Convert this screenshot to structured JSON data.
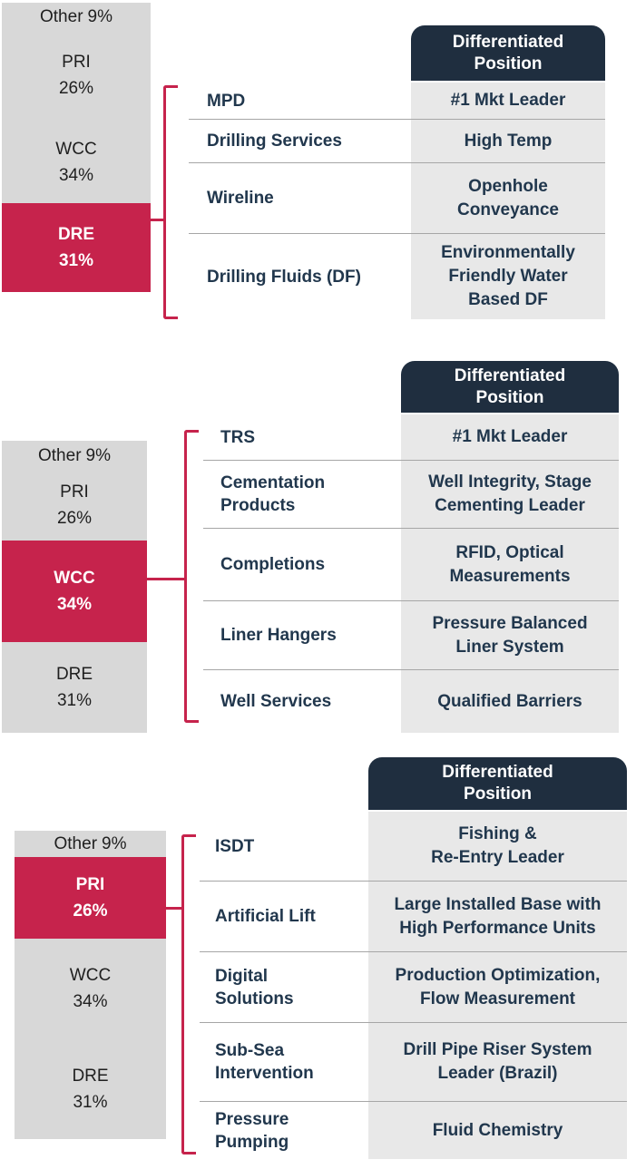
{
  "colors": {
    "accent_red": "#C6234C",
    "header_navy": "#1F2E3F",
    "cell_gray": "#E8E8E8",
    "bar_gray": "#D8D8D8",
    "table_text_navy": "#21374D",
    "separator_gray": "#A6A6A6"
  },
  "sections": [
    {
      "name": "DRE",
      "bar": {
        "segments": [
          {
            "name": "Other",
            "pct": "9%"
          },
          {
            "name": "PRI",
            "pct": "26%"
          },
          {
            "name": "WCC",
            "pct": "34%"
          },
          {
            "name": "DRE",
            "pct": "31%"
          }
        ],
        "highlighted": "DRE"
      },
      "table": {
        "header": "Differentiated\nPosition",
        "rows": [
          {
            "label": "MPD",
            "value": "#1 Mkt Leader"
          },
          {
            "label": "Drilling Services",
            "value": "High Temp"
          },
          {
            "label": "Wireline",
            "value": "Openhole\nConveyance"
          },
          {
            "label": "Drilling Fluids (DF)",
            "value": "Environmentally\nFriendly Water\nBased DF"
          }
        ]
      }
    },
    {
      "name": "WCC",
      "bar": {
        "segments": [
          {
            "name": "Other",
            "pct": "9%"
          },
          {
            "name": "PRI",
            "pct": "26%"
          },
          {
            "name": "WCC",
            "pct": "34%"
          },
          {
            "name": "DRE",
            "pct": "31%"
          }
        ],
        "highlighted": "WCC"
      },
      "table": {
        "header": "Differentiated\nPosition",
        "rows": [
          {
            "label": "TRS",
            "value": "#1 Mkt Leader"
          },
          {
            "label": "Cementation\nProducts",
            "value": "Well Integrity, Stage\nCementing Leader"
          },
          {
            "label": "Completions",
            "value": "RFID, Optical\nMeasurements"
          },
          {
            "label": "Liner Hangers",
            "value": "Pressure Balanced\nLiner System"
          },
          {
            "label": "Well Services",
            "value": "Qualified Barriers"
          }
        ]
      }
    },
    {
      "name": "PRI",
      "bar": {
        "segments": [
          {
            "name": "Other",
            "pct": "9%"
          },
          {
            "name": "PRI",
            "pct": "26%"
          },
          {
            "name": "WCC",
            "pct": "34%"
          },
          {
            "name": "DRE",
            "pct": "31%"
          }
        ],
        "highlighted": "PRI"
      },
      "table": {
        "header": "Differentiated\nPosition",
        "rows": [
          {
            "label": "ISDT",
            "value": "Fishing &\nRe-Entry Leader"
          },
          {
            "label": "Artificial Lift",
            "value": "Large Installed Base with\nHigh Performance Units"
          },
          {
            "label": "Digital\nSolutions",
            "value": "Production Optimization,\nFlow Measurement"
          },
          {
            "label": "Sub-Sea\nIntervention",
            "value": "Drill Pipe Riser System\nLeader (Brazil)"
          },
          {
            "label": "Pressure\nPumping",
            "value": "Fluid Chemistry"
          }
        ]
      }
    }
  ]
}
